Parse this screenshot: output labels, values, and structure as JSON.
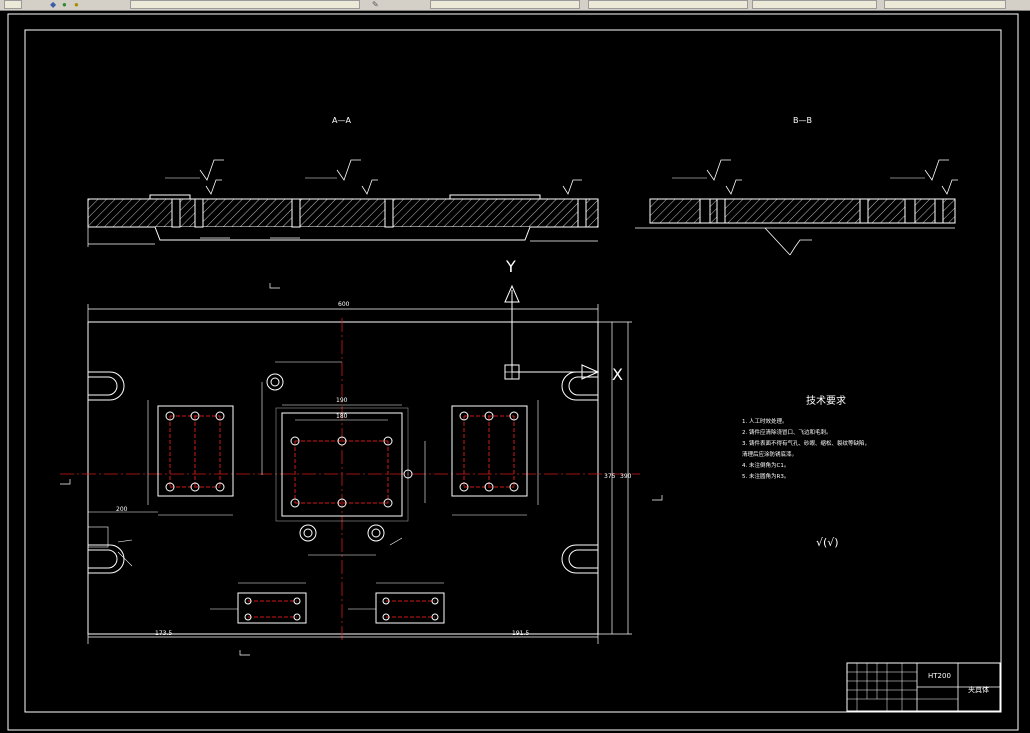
{
  "toolbar": {
    "icons": [
      "document-icon",
      "layer-icon",
      "color-icon",
      "properties-icon"
    ],
    "dropdowns": [
      "",
      "",
      "",
      "",
      ""
    ]
  },
  "drawing": {
    "section_a_label": "A—A",
    "section_b_label": "B—B",
    "y_axis_label": "Y",
    "x_axis_label": "X",
    "tech_title": "技术要求",
    "tech_items": [
      "1. 人工时效处理。",
      "2. 铸件应清除浇冒口、飞边和毛刺。",
      "3. 铸件表面不得有气孔、砂眼、缩松、裂纹等缺陷，",
      "   清理后应涂防锈底漆。",
      "4. 未注倒角为C1。",
      "5. 未注圆角为R3。"
    ],
    "roughness_symbol": "√(√)",
    "dims": {
      "overall_width": "600",
      "left_run": "173.5",
      "right_run": "191.5",
      "height_right_1": "375",
      "height_right_2": "390",
      "center_inner": "180",
      "center_outer": "190",
      "left_side": "200"
    },
    "title_block": {
      "material": "HT200",
      "part_name": "夹具体"
    }
  },
  "colors": {
    "background": "#000000",
    "line": "#ffffff",
    "center_line": "#d01818",
    "hole": "#e03030",
    "hatch": "#c0c0c0"
  }
}
